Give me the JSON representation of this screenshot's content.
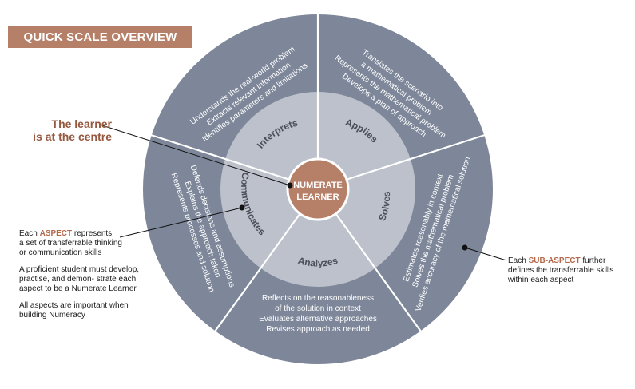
{
  "title": "QUICK SCALE OVERVIEW",
  "center": {
    "line1": "NUMERATE",
    "line2": "LEARNER"
  },
  "aspects": [
    "Interprets",
    "Applies",
    "Solves",
    "Analyzes",
    "Communicates"
  ],
  "sub_aspects": {
    "interprets": [
      "Understands the real-world problem",
      "Extracts relevant information",
      "Identifies parameters and limitations"
    ],
    "applies": [
      "Translates the scenario into",
      "a mathematical problem",
      "Represents the mathematical problem",
      "Develops a plan of approach"
    ],
    "solves": [
      "Estimates reasonably in context",
      "Solves the mathematical problem",
      "Verifies accuracy of the mathematical solution"
    ],
    "analyzes": [
      "Reflects on the reasonableness",
      "of the solution in context",
      "Evaluates alternative approaches",
      "Revises approach as needed"
    ],
    "communicates": [
      "Defends decisions and assumptions",
      "Explains the approach taken",
      "Represents processes and solution"
    ]
  },
  "callouts": {
    "learner": {
      "line1": "The learner",
      "line2": "is at the centre"
    },
    "aspect": {
      "p1_pre": "Each ",
      "p1_hl": "ASPECT",
      "p1_post": " represents",
      "p1_line2": "a set of transferrable thinking",
      "p1_line3": "or communication skills",
      "p2_line1": "A proficient student must develop,",
      "p2_line2": "practise, and demon- strate each",
      "p2_line3": "aspect to be a Numerate Learner",
      "p3_line1": "All aspects are important when",
      "p3_line2": "building Numeracy"
    },
    "sub_aspect": {
      "pre": "Each ",
      "hl": "SUB-ASPECT",
      "post": " further",
      "line2": "defines the transferrable skills",
      "line3": "within each aspect"
    }
  },
  "colors": {
    "outer_ring": "#7d8799",
    "middle_ring": "#bcc1cb",
    "center": "#b57f68",
    "accent": "#b5694b",
    "banner": "#b57f68",
    "divider": "#ffffff"
  }
}
